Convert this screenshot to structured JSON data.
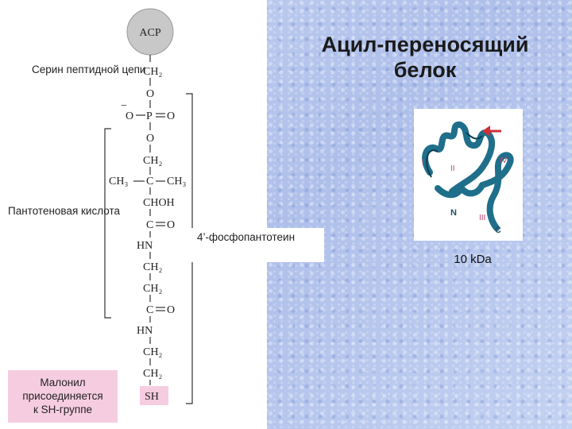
{
  "title": "Ацил-переносящий\nбелок",
  "labels": {
    "serine": "Серин\nпептидной цепи",
    "pantothenic_acid": "Пантотеновая\nкислота",
    "phosphopantetheine": "4’-фосфопантотеин",
    "malonyl": "Малонил\nприсоединяется\nк SH-группе",
    "mass": "10 kDa"
  },
  "structure": {
    "acp": "ACP",
    "ch2_serine": "CH2",
    "o_serine": "O",
    "o_minus": "O",
    "minus": "−",
    "p": "P",
    "o_double": "O",
    "o_ester": "O",
    "ch2_a": "CH2",
    "ch3_left": "CH3",
    "c_quat": "C",
    "ch3_right": "CH3",
    "choh": "CHOH",
    "c_amide1": "C",
    "o_amide1": "O",
    "hn_1": "HN",
    "ch2_b": "CH2",
    "ch2_c": "CH2",
    "c_amide2": "C",
    "o_amide2": "O",
    "hn_2": "HN",
    "ch2_d": "CH2",
    "ch2_e": "CH2",
    "sh": "SH"
  },
  "protein_labels": {
    "n": "N",
    "c": "C",
    "helix1": "I",
    "helix2": "II",
    "helix3": "III",
    "helix4": "IV"
  },
  "colors": {
    "background": "#b9c9ee",
    "acp_circle": "#c8c8c8",
    "highlight": "#f6cde0",
    "protein": "#1f6f8b",
    "arrow": "#d0303a"
  }
}
